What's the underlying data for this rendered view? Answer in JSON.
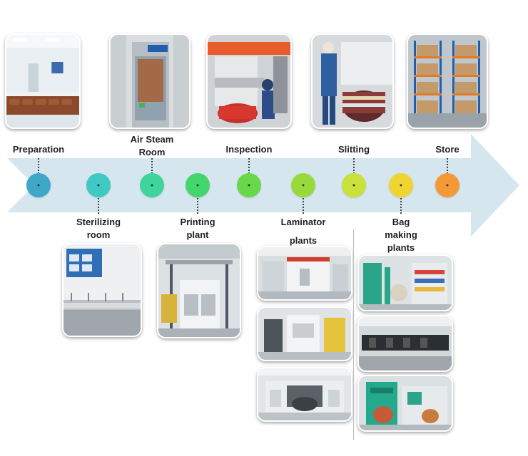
{
  "colors": {
    "arrow": "#d6e6ee",
    "dots": [
      "#3fa8c9",
      "#3ec9c4",
      "#3fd59a",
      "#43d66c",
      "#67d84a",
      "#98da3c",
      "#c9e23a",
      "#f1d434",
      "#f39a36"
    ]
  },
  "steps": [
    {
      "label": "Preparation"
    },
    {
      "label": "Sterilizing\nroom"
    },
    {
      "label": "Air Steam\nRoom"
    },
    {
      "label": "Printing\nplant"
    },
    {
      "label": "Inspection"
    },
    {
      "label": "Laminator\nplants"
    },
    {
      "label": "Slitting"
    },
    {
      "label": "Bag\nmaking\nplants"
    },
    {
      "label": "Store"
    }
  ],
  "photos": [
    {
      "name": "preparation-photo",
      "scene": "lab",
      "icon": "lab-room-icon"
    },
    {
      "name": "air-steam-room-photo",
      "scene": "door",
      "icon": "air-shower-door-icon"
    },
    {
      "name": "inspection-photo",
      "scene": "inspect",
      "icon": "inspection-machine-icon"
    },
    {
      "name": "slitting-photo",
      "scene": "slit",
      "icon": "slitting-machine-icon"
    },
    {
      "name": "store-photo",
      "scene": "store",
      "icon": "warehouse-shelves-icon"
    },
    {
      "name": "sterilizing-room-photo",
      "scene": "sink",
      "icon": "sterilizing-sinks-icon"
    },
    {
      "name": "printing-plant-photo",
      "scene": "print",
      "icon": "printing-press-icon"
    },
    {
      "name": "laminator-photo-1",
      "scene": "lam1",
      "icon": "laminator-machine-icon"
    },
    {
      "name": "laminator-photo-2",
      "scene": "lam2",
      "icon": "laminator-machine-icon"
    },
    {
      "name": "laminator-photo-3",
      "scene": "lam3",
      "icon": "laminator-machine-icon"
    },
    {
      "name": "bag-making-photo-1",
      "scene": "bag1",
      "icon": "bag-making-machine-icon"
    },
    {
      "name": "bag-making-photo-2",
      "scene": "bag2",
      "icon": "bag-making-machine-icon"
    },
    {
      "name": "bag-making-photo-3",
      "scene": "bag3",
      "icon": "bag-making-machine-icon"
    }
  ]
}
